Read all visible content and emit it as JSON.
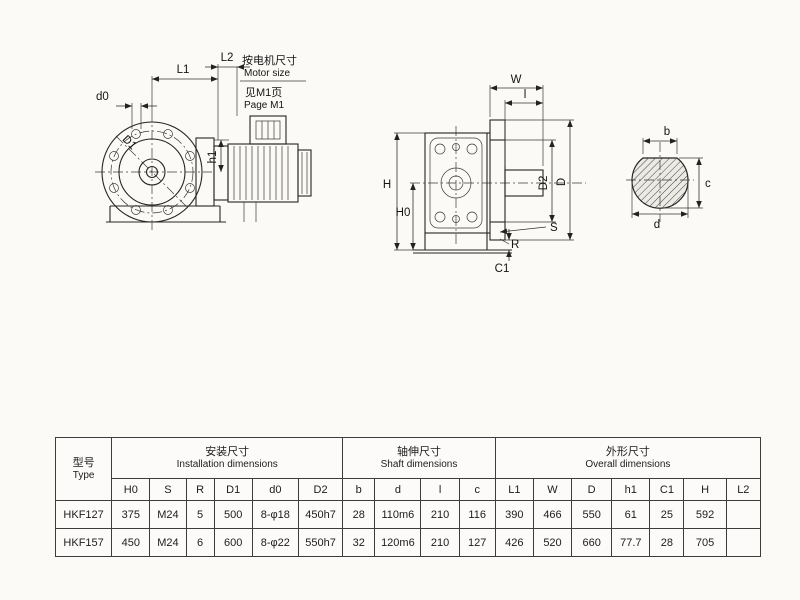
{
  "drawing": {
    "side_view": {
      "d0": "d0",
      "L1": "L1",
      "L2": "L2",
      "h1": "h1",
      "D1": "D1",
      "motor_note_cn": "按电机尺寸",
      "motor_note_en": "Motor size",
      "page_ref_cn": "见M1页",
      "page_ref_en": "Page M1"
    },
    "front_view": {
      "W": "W",
      "l": "l",
      "H": "H",
      "H0": "H0",
      "D2": "D2",
      "D": "D",
      "S": "S",
      "R": "R",
      "C1": "C1"
    },
    "section_view": {
      "b": "b",
      "c": "c",
      "d": "d"
    }
  },
  "table": {
    "type_cn": "型号",
    "type_en": "Type",
    "groups": [
      {
        "cn": "安装尺寸",
        "en": "Installation dimensions",
        "cols": [
          "H0",
          "S",
          "R",
          "D1",
          "d0",
          "D2"
        ]
      },
      {
        "cn": "轴伸尺寸",
        "en": "Shaft dimensions",
        "cols": [
          "b",
          "d",
          "l",
          "c"
        ]
      },
      {
        "cn": "外形尺寸",
        "en": "Overall dimensions",
        "cols": [
          "L1",
          "W",
          "D",
          "h1",
          "C1",
          "H",
          "L2"
        ]
      }
    ],
    "rows": [
      {
        "type": "HKF127",
        "values": [
          "375",
          "M24",
          "5",
          "500",
          "8-φ18",
          "450h7",
          "28",
          "110m6",
          "210",
          "116",
          "390",
          "466",
          "550",
          "61",
          "25",
          "592",
          ""
        ]
      },
      {
        "type": "HKF157",
        "values": [
          "450",
          "M24",
          "6",
          "600",
          "8-φ22",
          "550h7",
          "32",
          "120m6",
          "210",
          "127",
          "426",
          "520",
          "660",
          "77.7",
          "28",
          "705",
          ""
        ]
      }
    ]
  }
}
